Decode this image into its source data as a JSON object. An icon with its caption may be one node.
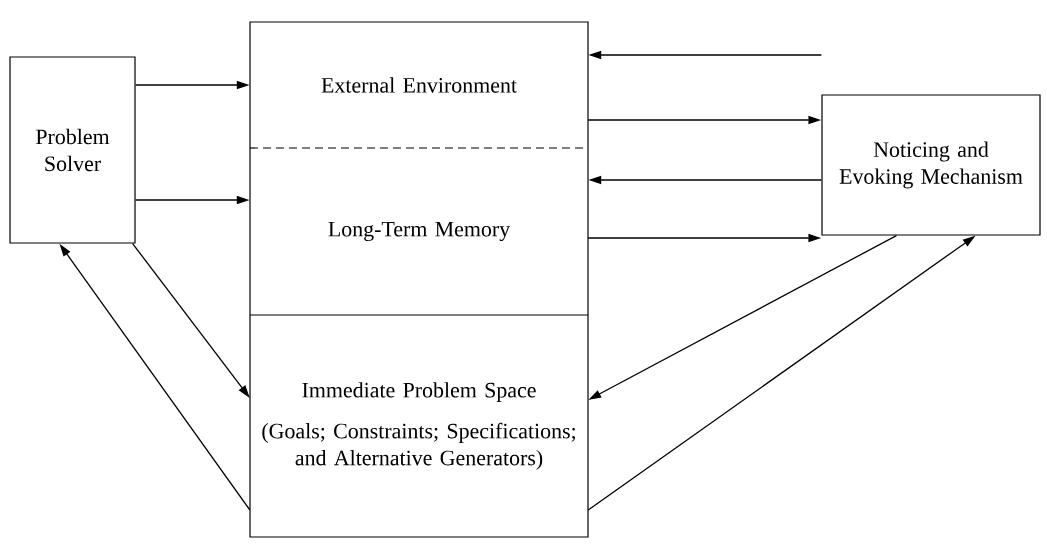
{
  "diagram": {
    "nodes": [
      {
        "text": [
          "Problem Solver"
        ]
      },
      {
        "text": [
          "External Environment"
        ]
      },
      {
        "text": [
          "Long-Term Memory"
        ]
      },
      {
        "text": [
          "Immediate Problem Space",
          "(Goals; Constraints; Specifications; and Alternative Generators)"
        ]
      },
      {
        "text": [
          "Noticing and Evoking Mechanism"
        ]
      }
    ],
    "edges": [
      {
        "from": 0,
        "to": 1,
        "arrow": "to"
      },
      {
        "from": 0,
        "to": 2,
        "arrow": "to"
      },
      {
        "from": 0,
        "to": 3,
        "arrow": "to"
      },
      {
        "from": 3,
        "to": 0,
        "arrow": "to"
      },
      {
        "from": 4,
        "to": 1,
        "arrow": "to"
      },
      {
        "from": 1,
        "to": 4,
        "arrow": "to"
      },
      {
        "from": 4,
        "to": 2,
        "arrow": "to"
      },
      {
        "from": 2,
        "to": 4,
        "arrow": "to"
      },
      {
        "from": 4,
        "to": 3,
        "arrow": "to"
      },
      {
        "from": 3,
        "to": 4,
        "arrow": "to"
      }
    ]
  }
}
